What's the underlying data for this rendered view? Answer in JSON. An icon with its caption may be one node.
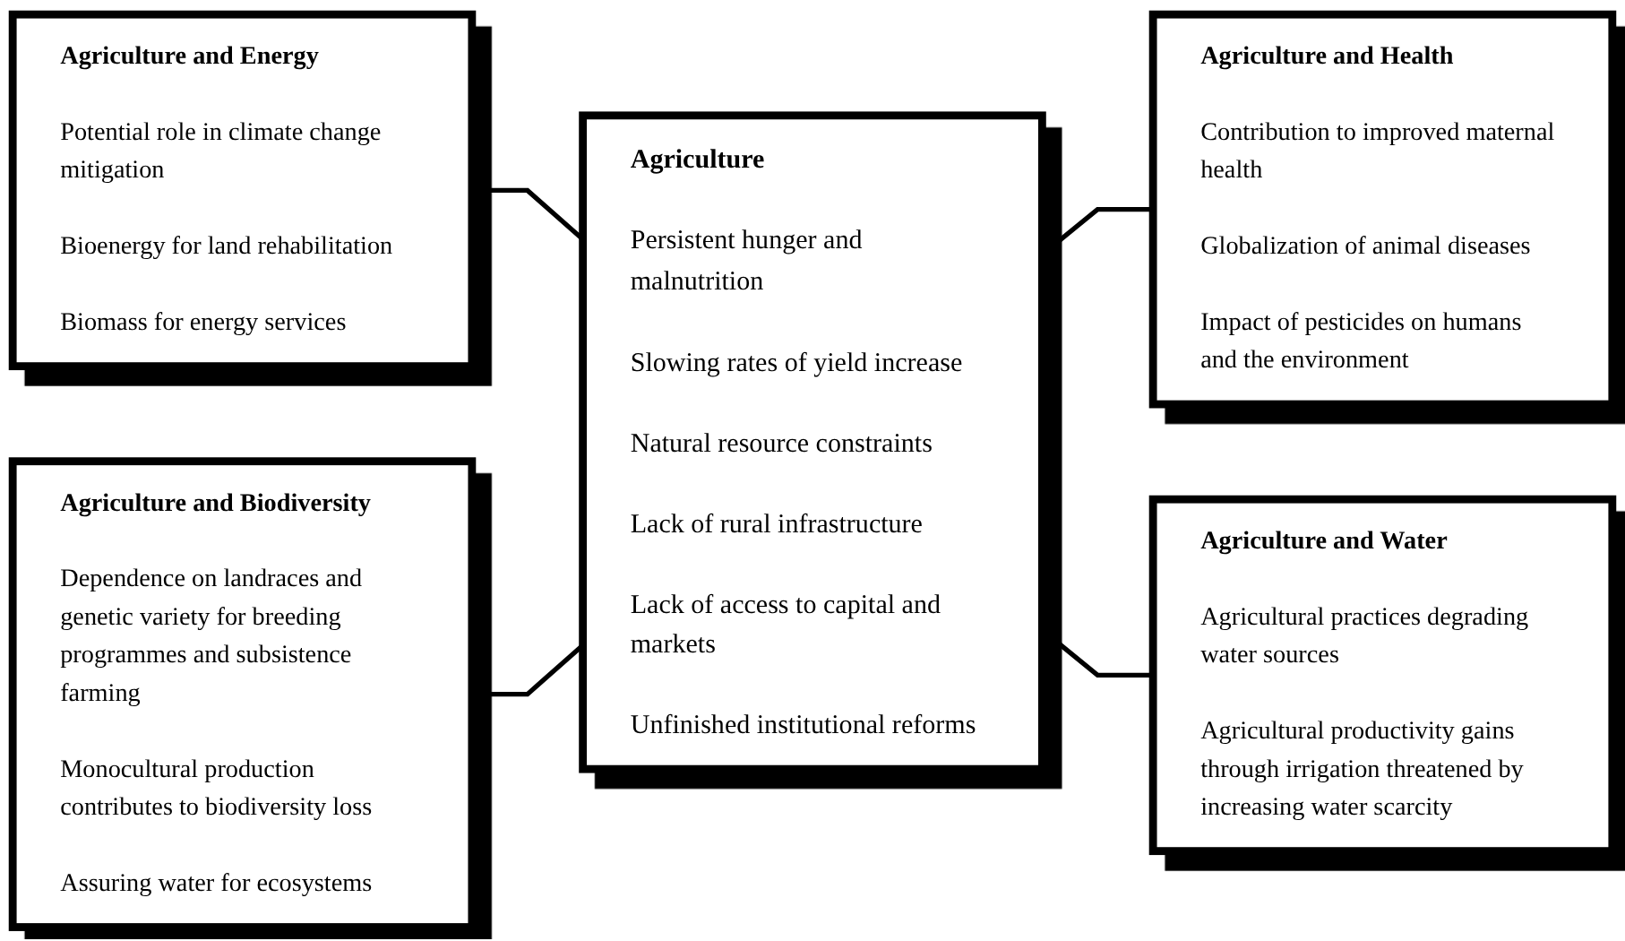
{
  "diagram": {
    "nodes": [
      {
        "text": [
          "Agriculture and Energy",
          "Potential role in climate change mitigation",
          "Bioenergy for land rehabilitation",
          "Biomass for energy services"
        ]
      },
      {
        "text": [
          "Agriculture and Health",
          "Contribution to improved maternal health",
          "Globalization of animal diseases",
          "Impact of pesticides on humans and the environment"
        ]
      },
      {
        "text": [
          "Agriculture",
          "Persistent hunger and malnutrition",
          "Slowing rates of yield increase",
          "Natural resource constraints",
          "Lack of rural infrastructure",
          "Lack of access to capital and markets",
          "Unfinished institutional reforms"
        ]
      },
      {
        "text": [
          "Agriculture and Biodiversity",
          "Dependence on landraces and genetic variety for breeding programmes and subsistence farming",
          "Monocultural production contributes to biodiversity loss",
          "Assuring water for ecosystems"
        ]
      },
      {
        "text": [
          "Agriculture and Water",
          "Agricultural practices degrading water sources",
          "Agricultural productivity gains through irrigation threatened by increasing water scarcity"
        ]
      }
    ],
    "edges": [
      {
        "from": 0,
        "to": 2,
        "arrow": "none"
      },
      {
        "from": 2,
        "to": 1,
        "arrow": "none"
      },
      {
        "from": 3,
        "to": 2,
        "arrow": "none"
      },
      {
        "from": 2,
        "to": 4,
        "arrow": "none"
      }
    ]
  }
}
